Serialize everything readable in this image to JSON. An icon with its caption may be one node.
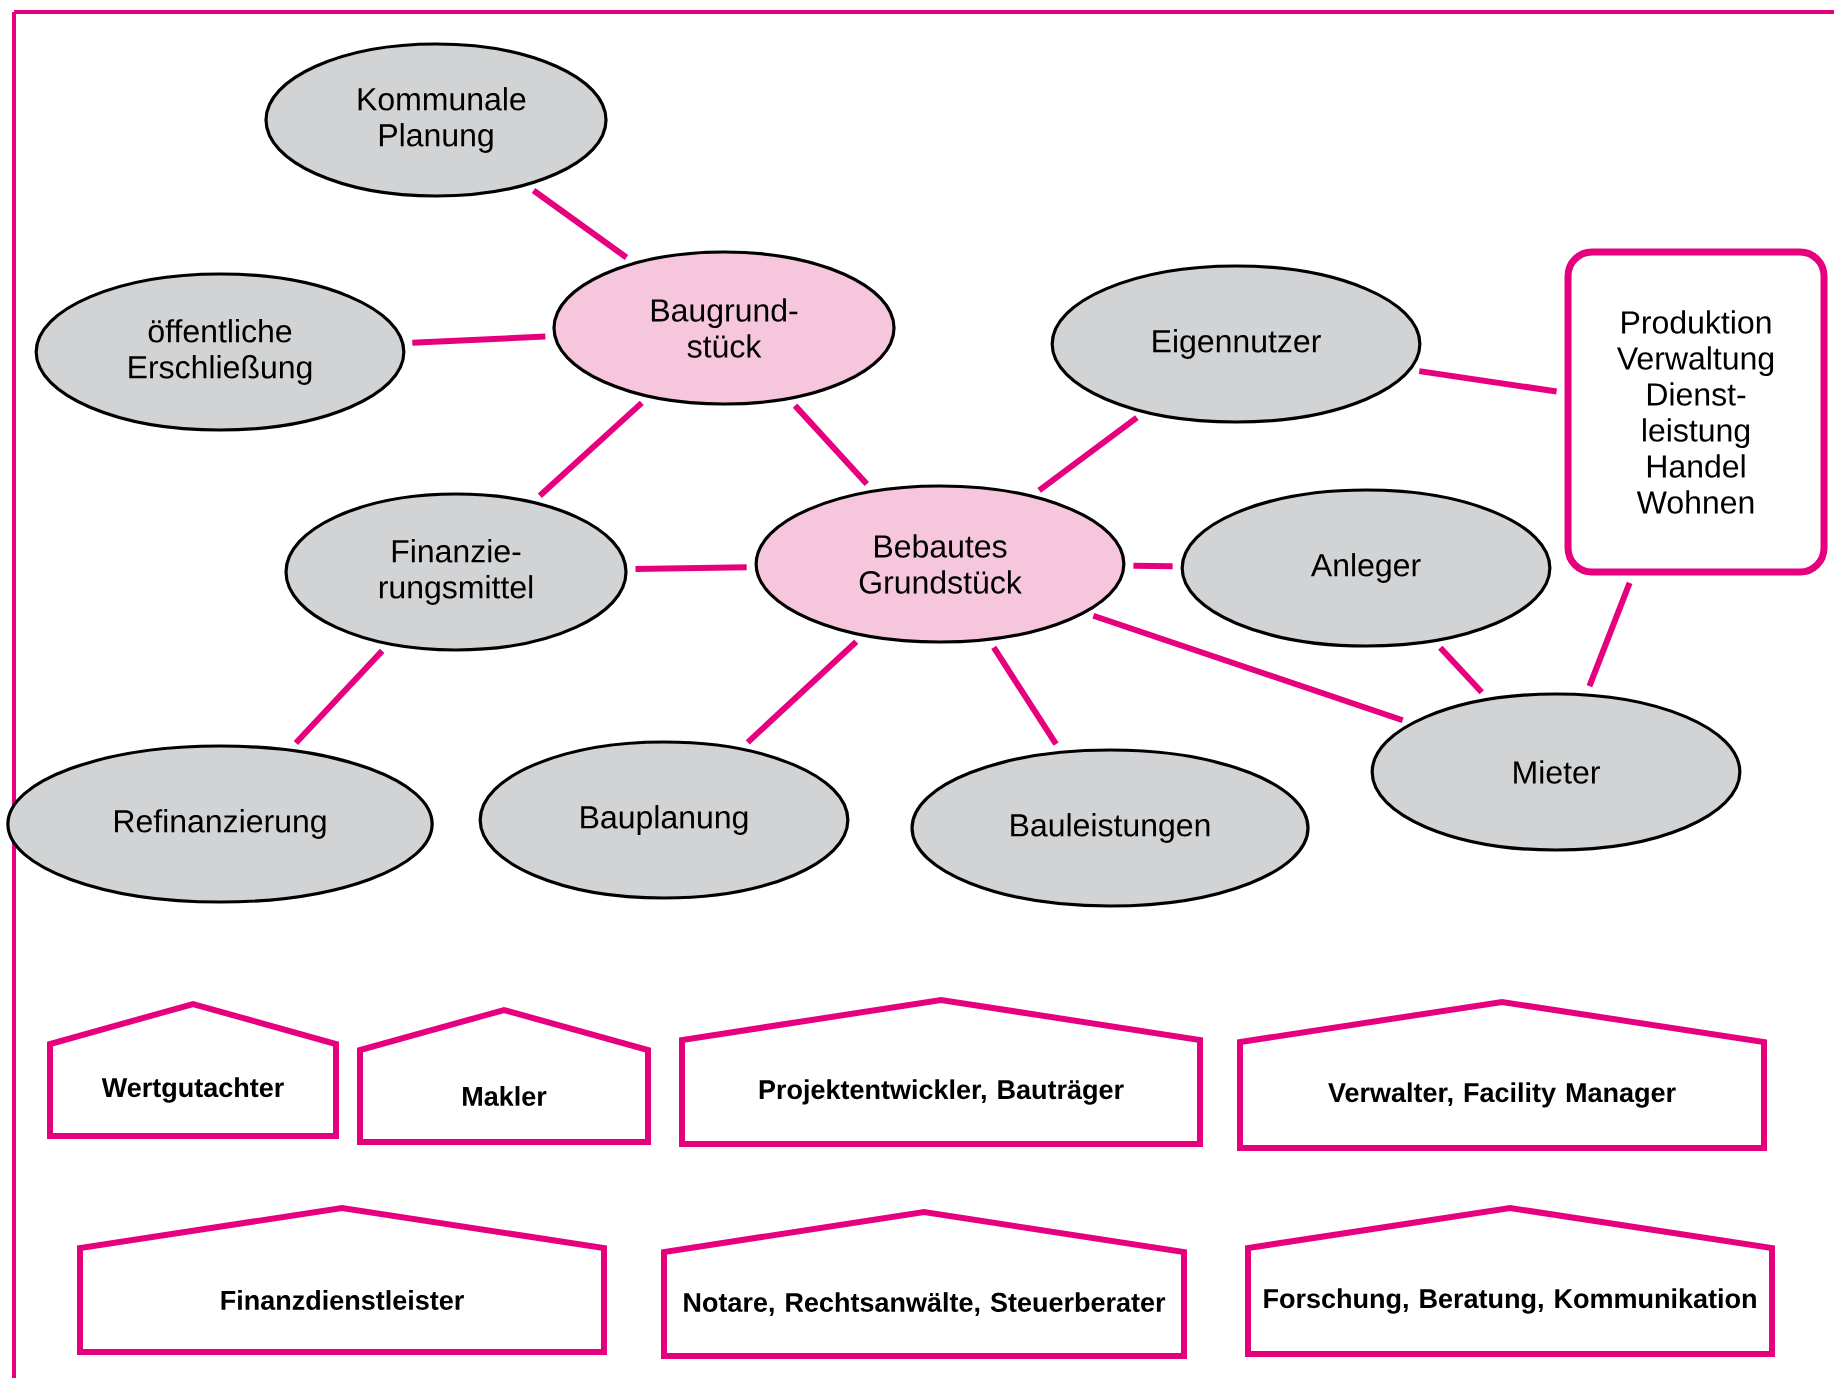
{
  "diagram": {
    "nodes": [
      {
        "text": [
          "Kommunale Planung"
        ]
      },
      {
        "text": [
          "öffentliche Erschließung"
        ]
      },
      {
        "text": [
          "Baugrund-stück"
        ]
      },
      {
        "text": [
          "Eigennutzer"
        ]
      },
      {
        "text": [
          "Produktion Verwaltung Dienst-leistung Handel Wohnen"
        ]
      },
      {
        "text": [
          "Finanzie-rungsmittel"
        ]
      },
      {
        "text": [
          "Bebautes Grundstück"
        ]
      },
      {
        "text": [
          "Anleger"
        ]
      },
      {
        "text": [
          "Refinanzierung"
        ]
      },
      {
        "text": [
          "Bauplanung"
        ]
      },
      {
        "text": [
          "Bauleistungen"
        ]
      },
      {
        "text": [
          "Mieter"
        ]
      },
      {
        "text": [
          "Wertgutachter"
        ]
      },
      {
        "text": [
          "Makler"
        ]
      },
      {
        "text": [
          "Projektentwickler, Bauträger"
        ]
      },
      {
        "text": [
          "Verwalter, Facility Manager"
        ]
      },
      {
        "text": [
          "Finanzdienstleister"
        ]
      },
      {
        "text": [
          "Notare, Rechtsanwälte, Steuerberater"
        ]
      },
      {
        "text": [
          "Forschung, Beratung, Kommunikation"
        ]
      }
    ],
    "edges": [
      {
        "from": 0,
        "to": 2,
        "arrow": "none"
      },
      {
        "from": 1,
        "to": 2,
        "arrow": "none"
      },
      {
        "from": 2,
        "to": 5,
        "arrow": "none"
      },
      {
        "from": 2,
        "to": 6,
        "arrow": "none"
      },
      {
        "from": 5,
        "to": 6,
        "arrow": "none"
      },
      {
        "from": 5,
        "to": 8,
        "arrow": "none"
      },
      {
        "from": 6,
        "to": 3,
        "arrow": "none"
      },
      {
        "from": 6,
        "to": 7,
        "arrow": "none"
      },
      {
        "from": 6,
        "to": 9,
        "arrow": "none"
      },
      {
        "from": 6,
        "to": 10,
        "arrow": "none"
      },
      {
        "from": 6,
        "to": 11,
        "arrow": "none"
      },
      {
        "from": 3,
        "to": 4,
        "arrow": "none"
      },
      {
        "from": 7,
        "to": 11,
        "arrow": "none"
      },
      {
        "from": 4,
        "to": 11,
        "arrow": "none"
      }
    ]
  }
}
